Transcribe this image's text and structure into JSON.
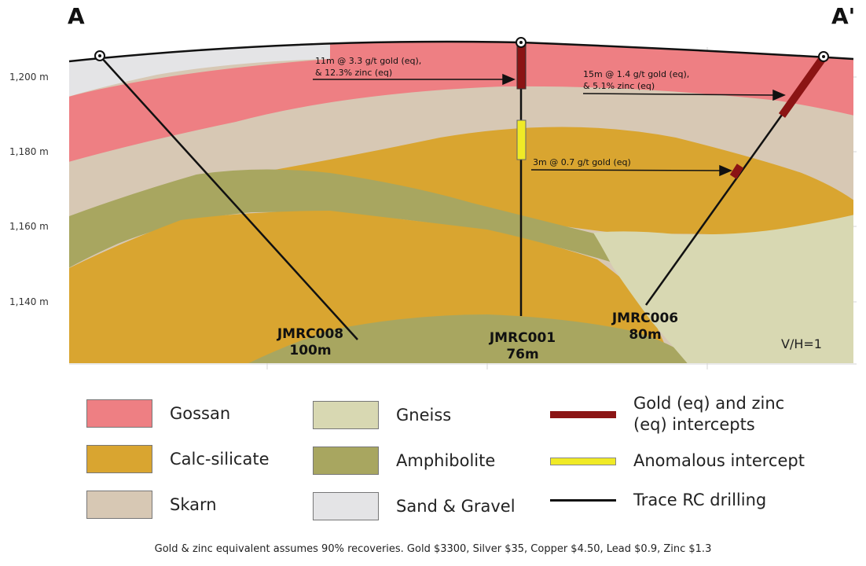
{
  "section": {
    "left_label": "A",
    "right_label": "A'",
    "elevation_ticks": [
      "1,200 m",
      "1,180 m",
      "1,160 m",
      "1,140 m"
    ],
    "scale_note": "V/H=1"
  },
  "drillholes": [
    {
      "name": "JMRC008",
      "depth": "100m"
    },
    {
      "name": "JMRC001",
      "depth": "76m"
    },
    {
      "name": "JMRC006",
      "depth": "80m"
    }
  ],
  "annotations": [
    {
      "line1": "11m @ 3.3 g/t gold (eq),",
      "line2": "& 12.3% zinc (eq)"
    },
    {
      "line1": "15m @ 1.4 g/t gold (eq),",
      "line2": "& 5.1% zinc (eq)"
    },
    {
      "line1": "3m @ 0.7 g/t gold (eq)",
      "line2": ""
    }
  ],
  "legend": {
    "gossan": "Gossan",
    "calc_silicate": "Calc-silicate",
    "skarn": "Skarn",
    "gneiss": "Gneiss",
    "amphibolite": "Amphibolite",
    "sand_gravel": "Sand & Gravel",
    "gold_zinc_line1": "Gold (eq) and zinc",
    "gold_zinc_line2": "(eq) intercepts",
    "anomalous": "Anomalous intercept",
    "trace": "Trace RC drilling"
  },
  "colors": {
    "gossan": "#ee7f83",
    "calc_silicate": "#d9a530",
    "skarn": "#d7c8b4",
    "gneiss": "#d8d8b2",
    "amphibolite": "#a8a660",
    "sand_gravel": "#e4e4e6",
    "intercept": "#8b1414",
    "anomalous": "#f0ea26",
    "trace": "#111111"
  },
  "footnote": "Gold & zinc equivalent assumes 90% recoveries. Gold $3300, Silver $35, Copper $4.50, Lead $0.9, Zinc $1.3"
}
